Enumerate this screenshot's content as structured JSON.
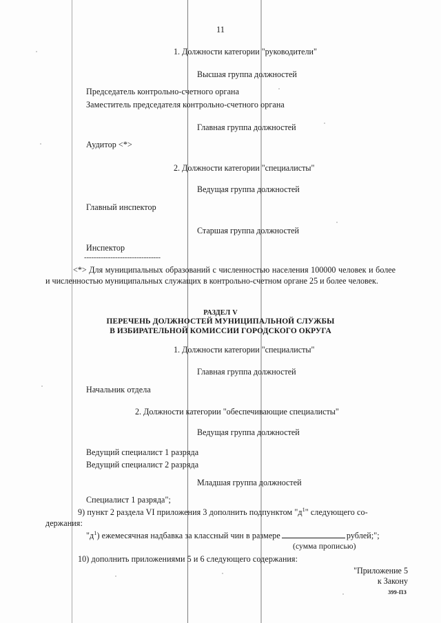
{
  "document": {
    "page_number": "11",
    "doc_code": "399-ПЗ"
  },
  "body": {
    "cat1_heading": "1. Должности категории \"руководители\"",
    "group_highest": "Высшая группа должностей",
    "post_chairman": "Председатель контрольно-счетного органа",
    "post_deputy_chairman": "Заместитель председателя контрольно-счетного органа",
    "group_main_1": "Главная группа должностей",
    "post_auditor": "Аудитор <*>",
    "cat2_heading": "2. Должности категории \"специалисты\"",
    "group_leading_1": "Ведущая группа должностей",
    "post_chief_inspector": "Главный инспектор",
    "group_senior": "Старшая группа должностей",
    "post_inspector": "Инспектор",
    "footnote_separator": "--------------------------------",
    "footnote_text": "<*> Для муниципальных образований с численностью населения 100000 человек и более и численностью муниципальных служащих в контрольно-счетном органе 25 и более человек."
  },
  "section": {
    "label": "РАЗДЕЛ V",
    "title_line1": "ПЕРЕЧЕНЬ ДОЛЖНОСТЕЙ МУНИЦИПАЛЬНОЙ СЛУЖБЫ",
    "title_line2": "В ИЗБИРАТЕЛЬНОЙ КОМИССИИ ГОРОДСКОГО ОКРУГА"
  },
  "section_body": {
    "cat1_heading": "1. Должности категории \"специалисты\"",
    "group_main_2": "Главная группа должностей",
    "post_head_of_department": "Начальник отдела",
    "cat2_heading": "2. Должности категории \"обеспечивающие специалисты\"",
    "group_leading_2": "Ведущая группа должностей",
    "post_leading_specialist_1": "Ведущий специалист 1 разряда",
    "post_leading_specialist_2": "Ведущий специалист 2 разряда",
    "group_junior": "Младшая группа должностей",
    "post_specialist_1": "Специалист 1 разряда\";"
  },
  "amendments": {
    "item9_line1": "9) пункт 2 раздела VI приложения 3 дополнить подпунктом \"д",
    "item9_sup": "1",
    "item9_line1_tail": "\" следующего со-",
    "item9_line2": "держания:",
    "item9_quote_prefix": "\"д",
    "item9_quote_sup": "1",
    "item9_quote_body": ") ежемесячная надбавка за классный чин в размере",
    "item9_quote_tail": "рублей;\";",
    "item9_caption": "(сумма прописью)",
    "item10": "10) дополнить приложениями 5 и 6 следующего содержания:"
  },
  "appendix": {
    "line1": "\"Приложение 5",
    "line2": "к Закону"
  }
}
